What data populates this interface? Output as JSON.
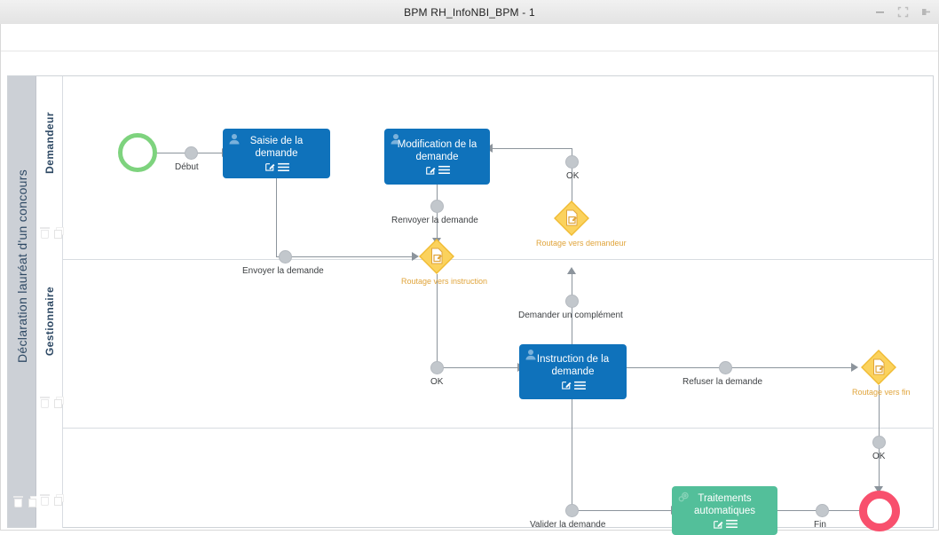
{
  "window": {
    "title": "BPM RH_InfoNBI_BPM - 1",
    "controls": [
      {
        "name": "minimize-button",
        "icon": "minimize-icon"
      },
      {
        "name": "maximize-button",
        "icon": "maximize-icon"
      },
      {
        "name": "pin-button",
        "icon": "pin-icon"
      }
    ]
  },
  "pool": {
    "label": "Déclaration lauréat d'un concours",
    "icons": [
      {
        "name": "pool-delete-icon",
        "icon": "trash-icon"
      },
      {
        "name": "pool-copy-icon",
        "icon": "copy-icon"
      }
    ]
  },
  "lanes": [
    {
      "label": "Demandeur",
      "icons": [
        "trash-icon",
        "copy-icon"
      ]
    },
    {
      "label": "Gestionnaire",
      "icons": [
        "trash-icon",
        "copy-icon"
      ]
    },
    {
      "label": "",
      "icons": []
    }
  ],
  "nodes": {
    "start_event": {
      "type": "start-event",
      "label": "",
      "color": "#7ed37e"
    },
    "task_saisie": {
      "type": "user-task",
      "label": "Saisie de la demande",
      "color": "#0f72bb"
    },
    "task_modif": {
      "type": "user-task",
      "label": "Modification de la demande",
      "color": "#0f72bb"
    },
    "task_instr": {
      "type": "user-task",
      "label": "Instruction de la demande",
      "color": "#0f72bb"
    },
    "task_auto": {
      "type": "service-task",
      "label": "Traitements automatiques",
      "color": "#53bf9a"
    },
    "gw_instruction": {
      "type": "gateway",
      "label": "Routage vers instruction",
      "color": "#fbd25d"
    },
    "gw_demandeur": {
      "type": "gateway",
      "label": "Routage vers demandeur",
      "color": "#fbd25d"
    },
    "gw_fin": {
      "type": "gateway",
      "label": "Routage vers fin",
      "color": "#fbd25d"
    },
    "end_event": {
      "type": "end-event",
      "label": "",
      "color": "#f8506d"
    }
  },
  "edge_labels": {
    "debut": "Début",
    "envoyer": "Envoyer la demande",
    "renvoyer": "Renvoyer la demande",
    "ok_demandeur": "OK",
    "ok_instruction": "OK",
    "complement": "Demander un complément",
    "refuser": "Refuser la demande",
    "ok_fin": "OK",
    "valider": "Valider la demande",
    "fin": "Fin"
  },
  "colors": {
    "task_blue": "#0f72bb",
    "task_green": "#53bf9a",
    "gateway_yellow": "#fbd25d",
    "gateway_text": "#e0a43a",
    "start_green": "#7ed37e",
    "end_red": "#f8506d",
    "edge_gray": "#8c949c",
    "pool_header": "#ccd0d6",
    "lane_text": "#2e4964"
  }
}
